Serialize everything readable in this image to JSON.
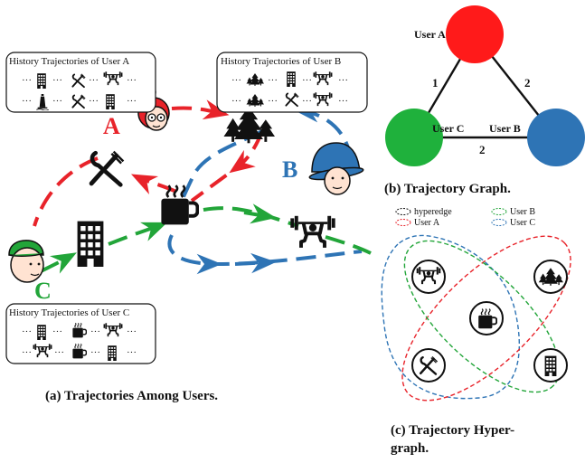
{
  "panel_a": {
    "caption": "(a) Trajectories Among Users.",
    "box_a_title": "History Trajectories of User A",
    "box_b_title": "History Trajectories of User B",
    "box_c_title": "History Trajectories of User C",
    "label_a": "A",
    "label_b": "B",
    "label_c": "C",
    "dots": "···"
  },
  "panel_b": {
    "caption": "(b) Trajectory Graph.",
    "nodes": [
      "User A",
      "User B",
      "User C"
    ],
    "edge_ac_weight": "1",
    "edge_ab_weight": "2",
    "edge_cb_weight": "2"
  },
  "panel_c": {
    "caption_line1": "(c) Trajectory Hyper-",
    "caption_line2": "graph.",
    "legend": [
      "hyperedge",
      "User A",
      "User B",
      "User C"
    ]
  },
  "colors": {
    "user_a": "#e8232a",
    "user_b": "#2e74b5",
    "user_c": "#22a539",
    "hyperedge": "#111111"
  }
}
